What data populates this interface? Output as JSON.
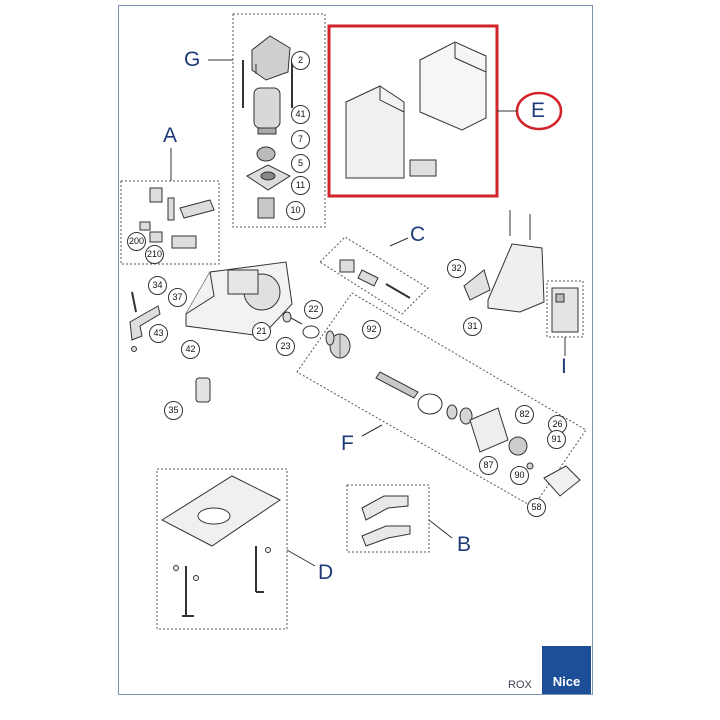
{
  "colors": {
    "frame": "#7c95b3",
    "label": "#1e3a78",
    "highlight": "#d2232a",
    "brand_bg": "#1c4f97",
    "line": "#3a3a3a"
  },
  "groups": {
    "A": "A",
    "B": "B",
    "C": "C",
    "D": "D",
    "E": "E",
    "F": "F",
    "G": "G",
    "I": "I"
  },
  "callouts": {
    "c2": "2",
    "c41": "41",
    "c7": "7",
    "c5": "5",
    "c11": "11",
    "c10": "10",
    "c200": "200",
    "c210": "210",
    "c34": "34",
    "c37": "37",
    "c43": "43",
    "c42": "42",
    "c21": "21",
    "c22": "22",
    "c23": "23",
    "c35": "35",
    "c92": "92",
    "c32": "32",
    "c31": "31",
    "c82": "82",
    "c26": "26",
    "c91": "91",
    "c87": "87",
    "c90": "90",
    "c58": "58"
  },
  "footer": {
    "model": "ROX",
    "brand": "Nice"
  },
  "highlighted_group": "E"
}
